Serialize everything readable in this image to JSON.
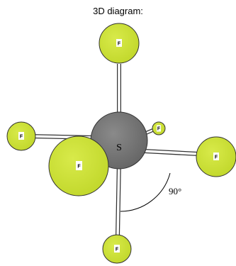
{
  "title": "3D diagram:",
  "central_atom": {
    "label": "S",
    "color": "#7a7a7a"
  },
  "ligand_atom_color": "#cde135",
  "ligands": [
    {
      "id": "top",
      "label": "F"
    },
    {
      "id": "left",
      "label": "F"
    },
    {
      "id": "back-small",
      "label": "F"
    },
    {
      "id": "right",
      "label": "F"
    },
    {
      "id": "front-large",
      "label": "F"
    },
    {
      "id": "bottom",
      "label": "F"
    }
  ],
  "bond_angle": {
    "label": "90°"
  }
}
